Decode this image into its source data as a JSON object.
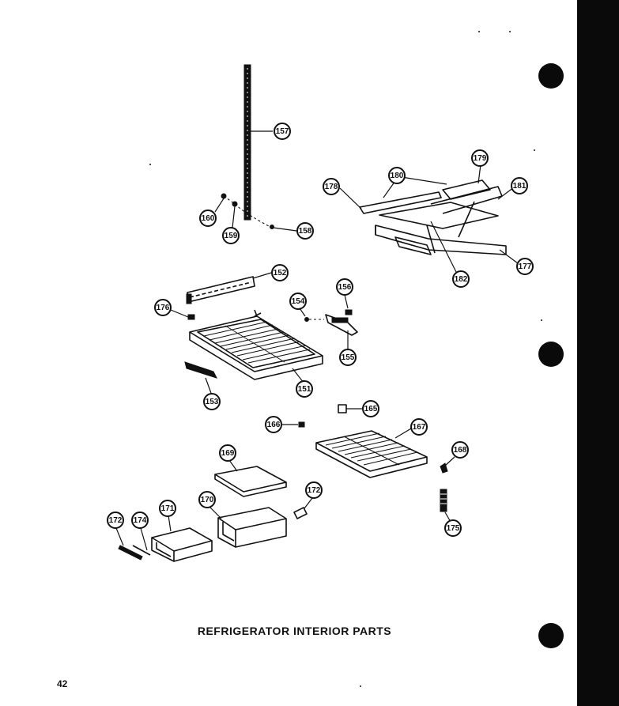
{
  "title": "REFRIGERATOR INTERIOR PARTS",
  "page_number": "42",
  "callouts": [
    {
      "id": "157",
      "label": "157"
    },
    {
      "id": "160",
      "label": "160"
    },
    {
      "id": "159",
      "label": "159"
    },
    {
      "id": "158",
      "label": "158"
    },
    {
      "id": "178",
      "label": "178"
    },
    {
      "id": "180",
      "label": "180"
    },
    {
      "id": "179",
      "label": "179"
    },
    {
      "id": "181",
      "label": "181"
    },
    {
      "id": "177",
      "label": "177"
    },
    {
      "id": "182",
      "label": "182"
    },
    {
      "id": "152",
      "label": "152"
    },
    {
      "id": "176",
      "label": "176"
    },
    {
      "id": "154",
      "label": "154"
    },
    {
      "id": "156",
      "label": "156"
    },
    {
      "id": "155",
      "label": "155"
    },
    {
      "id": "151",
      "label": "151"
    },
    {
      "id": "153",
      "label": "153"
    },
    {
      "id": "165",
      "label": "165"
    },
    {
      "id": "166",
      "label": "166"
    },
    {
      "id": "167",
      "label": "167"
    },
    {
      "id": "168",
      "label": "168"
    },
    {
      "id": "169",
      "label": "169"
    },
    {
      "id": "172a",
      "label": "172"
    },
    {
      "id": "174",
      "label": "174"
    },
    {
      "id": "171",
      "label": "171"
    },
    {
      "id": "170",
      "label": "170"
    },
    {
      "id": "172b",
      "label": "172"
    },
    {
      "id": "175",
      "label": "175"
    }
  ]
}
